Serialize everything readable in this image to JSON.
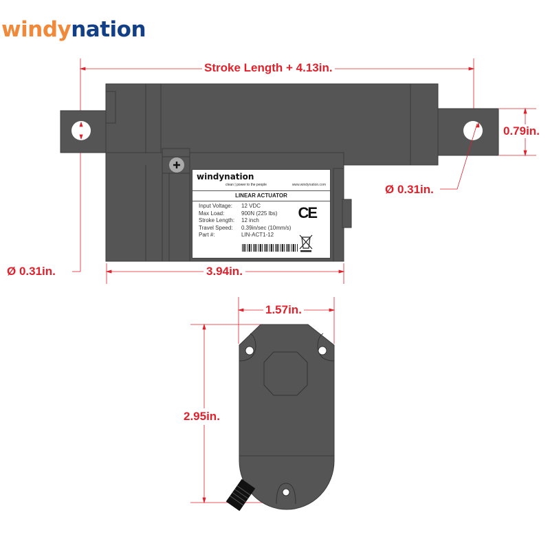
{
  "brand": {
    "logo_part1": "windy",
    "logo_part2": "nation",
    "colors": {
      "orange": "#f08a3a",
      "blue": "#123f86",
      "dimension_red": "#e0202a",
      "body_gray": "#555555"
    }
  },
  "side_view": {
    "dimensions": {
      "overall_length": "Stroke Length + 4.13in.",
      "rod_end_height": "0.79in.",
      "rod_end_hole": "Ø 0.31in.",
      "rear_mount_hole": "Ø 0.31in.",
      "housing_length": "3.94in."
    },
    "label": {
      "brand": "windynation",
      "tagline": "clean | power to the people",
      "url": "www.windynation.com",
      "title": "LINEAR ACTUATOR",
      "specs": [
        {
          "key": "Input Voltage:",
          "value": "12 VDC"
        },
        {
          "key": "Max Load:",
          "value": "900N (225 lbs)"
        },
        {
          "key": "Stroke Length:",
          "value": "12 inch"
        },
        {
          "key": "Travel Speed:",
          "value": "0.39in/sec (10mm/s)"
        },
        {
          "key": "Part #:",
          "value": "LIN-ACT1-12"
        }
      ],
      "ce_mark": "CE",
      "weee_icon": "crossed-bin-icon"
    }
  },
  "end_view": {
    "dimensions": {
      "width": "1.57in.",
      "height": "2.95in."
    }
  }
}
